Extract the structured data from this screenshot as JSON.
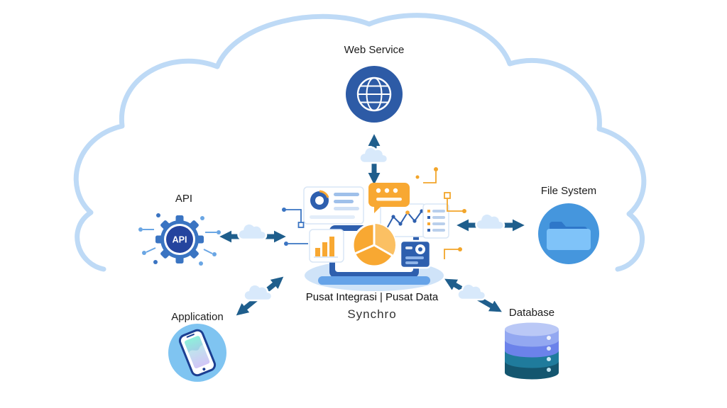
{
  "diagram": {
    "center": {
      "title": "Pusat Integrasi | Pusat Data",
      "subtitle": "Synchro"
    },
    "nodes": {
      "web_service": {
        "label": "Web Service"
      },
      "api": {
        "label": "API",
        "badge": "API"
      },
      "file_system": {
        "label": "File System"
      },
      "application": {
        "label": "Application"
      },
      "database": {
        "label": "Database"
      }
    },
    "colors": {
      "cloud_outline": "#bedaf6",
      "arrow": "#1f5e8c",
      "connector_cloud": "#d8e9fb",
      "orange_accent": "#f8a832",
      "primary_blue": "#2e5fae",
      "light_blue": "#7fc4f1",
      "folder_circle": "#4596dd",
      "database_teal": "#1f7b9c"
    }
  }
}
